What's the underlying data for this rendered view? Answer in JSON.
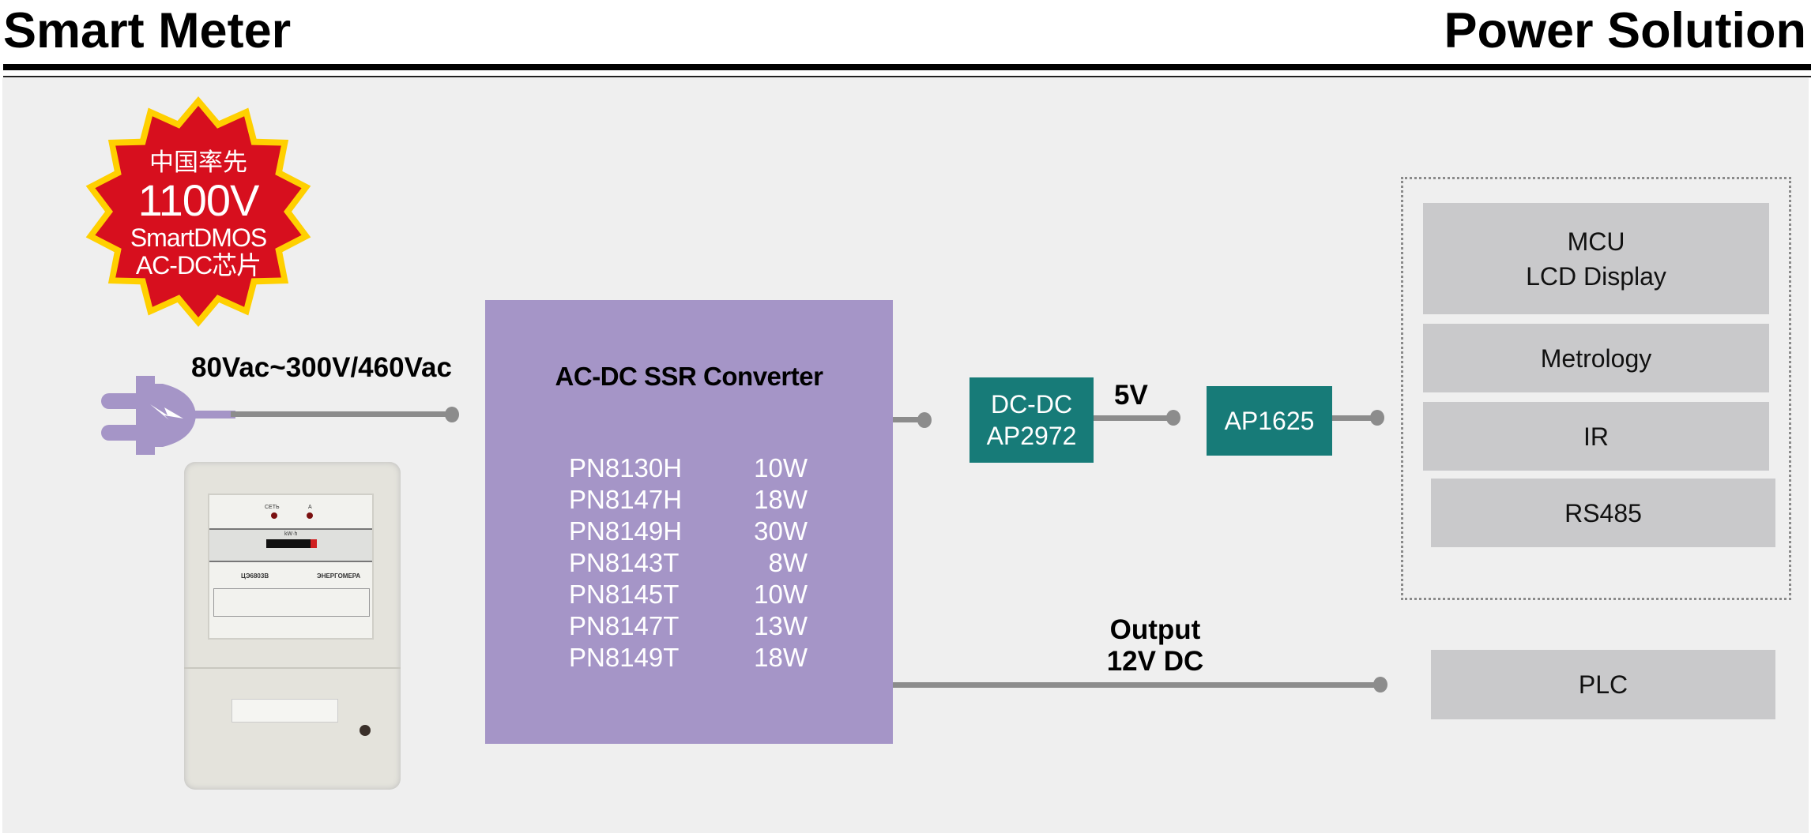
{
  "header": {
    "left_title": "Smart Meter",
    "right_title": "Power Solution"
  },
  "badge": {
    "line1": "中国率先",
    "line2": "1100V",
    "line3": "SmartDMOS",
    "line4": "AC-DC芯片",
    "colors": {
      "fill": "#d70f1e",
      "border": "#ffd000"
    }
  },
  "input": {
    "voltage_label": "80Vac~300V/460Vac",
    "icon": "power-plug-icon"
  },
  "meter": {
    "indicator1": "СЕТЬ",
    "indicator2": "A",
    "unit": "kW·h",
    "model": "ЦЭ6803В",
    "brand": "ЭНЕРГОМЕРА"
  },
  "converter": {
    "title": "AC-DC SSR Converter",
    "parts": [
      {
        "name": "PN8130H",
        "power": "10W"
      },
      {
        "name": "PN8147H",
        "power": "18W"
      },
      {
        "name": "PN8149H",
        "power": "30W"
      },
      {
        "name": "PN8143T",
        "power": "8W"
      },
      {
        "name": "PN8145T",
        "power": "10W"
      },
      {
        "name": "PN8147T",
        "power": "13W"
      },
      {
        "name": "PN8149T",
        "power": "18W"
      }
    ]
  },
  "dcdc": {
    "line1": "DC-DC",
    "line2": "AP2972"
  },
  "rail_label": "5V",
  "ldo": {
    "label": "AP1625"
  },
  "loads": {
    "mcu_line1": "MCU",
    "mcu_line2": "LCD Display",
    "metrology": "Metrology",
    "ir": "IR",
    "rs485": "RS485",
    "plc": "PLC"
  },
  "output": {
    "line1": "Output",
    "line2": "12V DC"
  },
  "colors": {
    "background": "#efefef",
    "converter": "#a595c7",
    "regulator": "#177b78",
    "load": "#c9c9cb",
    "connector": "#8c8c8c"
  }
}
